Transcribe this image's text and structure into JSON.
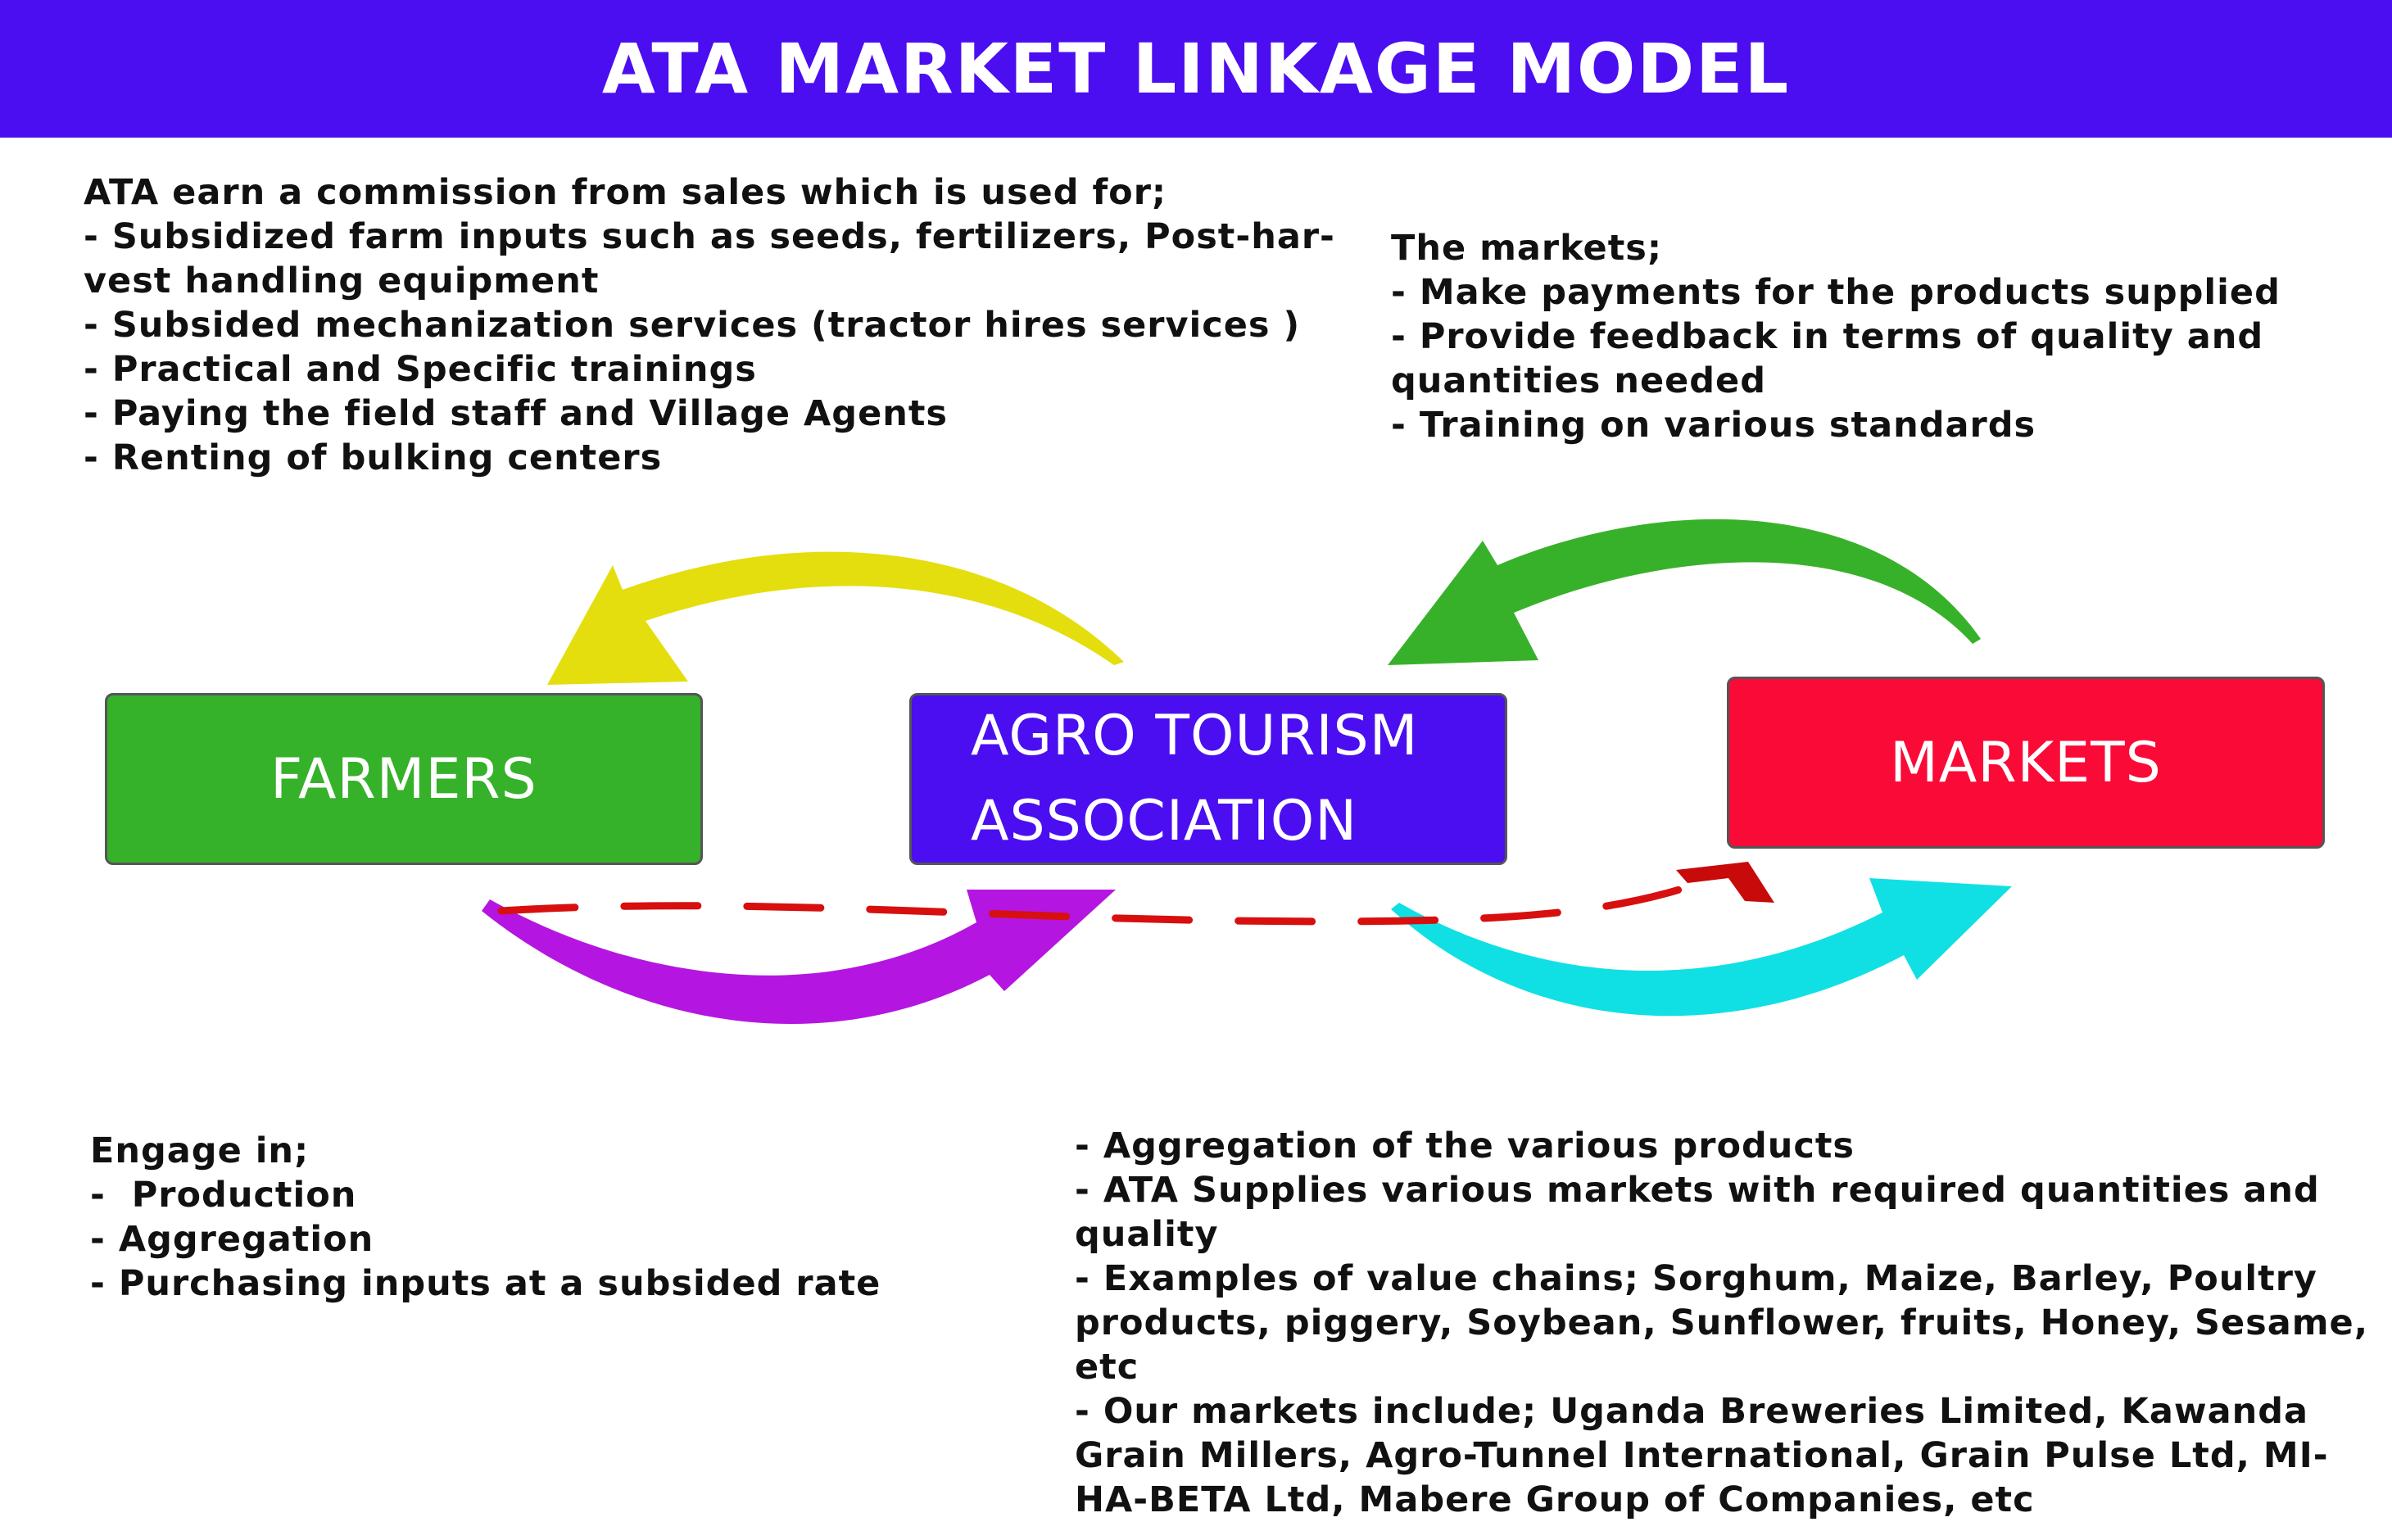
{
  "title": "ATA MARKET LINKAGE MODEL",
  "ata_note": {
    "lines": [
      "ATA earn a commission from sales which is used for;",
      "- Subsidized farm inputs such as seeds, fertilizers, Post-har-",
      "vest handling equipment",
      "- Subsided mechanization services (tractor hires services )",
      "- Practical and Specific trainings",
      "- Paying the field staff and Village Agents",
      "- Renting of bulking centers"
    ]
  },
  "markets_note": {
    "lines": [
      "The markets;",
      "- Make payments for the products supplied",
      "- Provide feedback in terms of quality and",
      "quantities needed",
      "- Training on various standards"
    ]
  },
  "nodes": {
    "farmers": "FARMERS",
    "ata_line1": "AGRO TOURISM",
    "ata_line2": "ASSOCIATION",
    "markets": "MARKETS"
  },
  "farmers_note": {
    "lines": [
      "Engage in;",
      "-  Production",
      "- Aggregation",
      "- Purchasing inputs at a subsided rate"
    ]
  },
  "bottom_note": {
    "lines": [
      "- Aggregation of the various products",
      "- ATA Supplies various markets with required quantities and",
      "quality",
      "- Examples of value chains; Sorghum, Maize, Barley, Poultry",
      "products, piggery, Soybean, Sunflower, fruits, Honey, Sesame,",
      "etc",
      "- Our markets include; Uganda Breweries Limited, Kawanda",
      "Grain Millers, Agro-Tunnel International, Grain Pulse Ltd, MI-",
      "HA-BETA Ltd, Mabere Group of Companies, etc"
    ]
  },
  "colors": {
    "banner": "#4b0ef0",
    "farmers": "#35b12a",
    "ata": "#4b0ef0",
    "markets": "#fa0a36",
    "arrow_yellow": "#e4de0f",
    "arrow_green": "#38b12a",
    "arrow_purple": "#b515e0",
    "arrow_cyan": "#10e0e3",
    "dashed_line": "#d80f0f"
  }
}
